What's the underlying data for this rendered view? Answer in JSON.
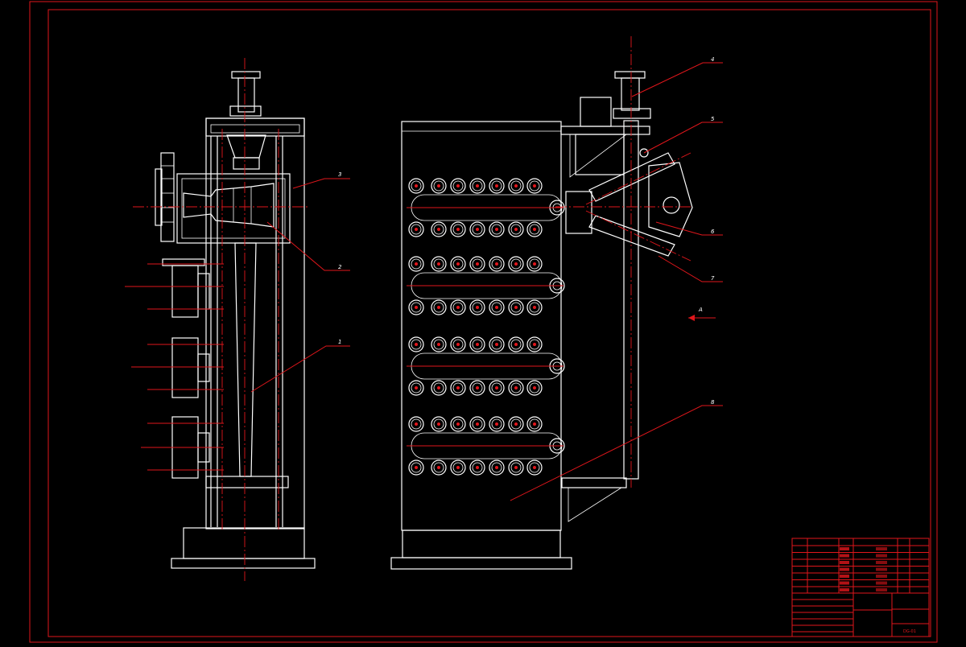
{
  "drawing": {
    "colors": {
      "background": "#000000",
      "outline": "#ffffff",
      "frame": "#e0161b",
      "centerline": "#e0161b"
    },
    "views": [
      "front-view",
      "side-view"
    ],
    "labels": {
      "part_1": "1",
      "part_2": "2",
      "part_3": "3",
      "part_4": "4",
      "part_5": "5",
      "part_6": "6",
      "part_7": "7",
      "part_8": "8",
      "view_arrow": "A"
    },
    "title_block": {
      "drawing_no": "DG-01"
    }
  }
}
